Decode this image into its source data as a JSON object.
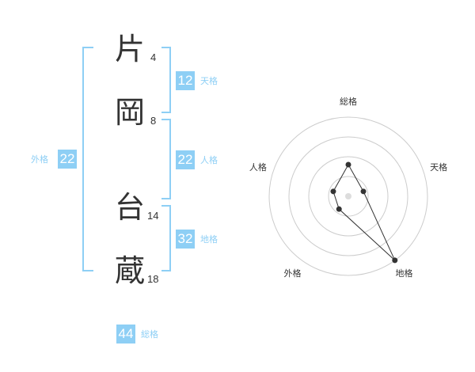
{
  "name": {
    "chars": [
      {
        "char": "片",
        "strokes": "4"
      },
      {
        "char": "岡",
        "strokes": "8"
      },
      {
        "char": "台",
        "strokes": "14"
      },
      {
        "char": "蔵",
        "strokes": "18"
      }
    ]
  },
  "fortune": {
    "tenkaku": {
      "value": "12",
      "label": "天格"
    },
    "jinkaku": {
      "value": "22",
      "label": "人格"
    },
    "chikaku": {
      "value": "32",
      "label": "地格"
    },
    "gaikaku": {
      "value": "22",
      "label": "外格"
    },
    "soukaku": {
      "value": "44",
      "label": "総格"
    }
  },
  "chart_data": {
    "type": "radar",
    "axes": [
      "総格",
      "天格",
      "地格",
      "外格",
      "人格"
    ],
    "values": [
      2,
      1,
      5,
      1,
      1
    ],
    "max": 5,
    "rings": 4,
    "colors": {
      "stroke": "#333333",
      "grid": "#cccccc",
      "center": "#dddddd"
    }
  },
  "colors": {
    "accent": "#8ecff5",
    "text": "#333333"
  }
}
